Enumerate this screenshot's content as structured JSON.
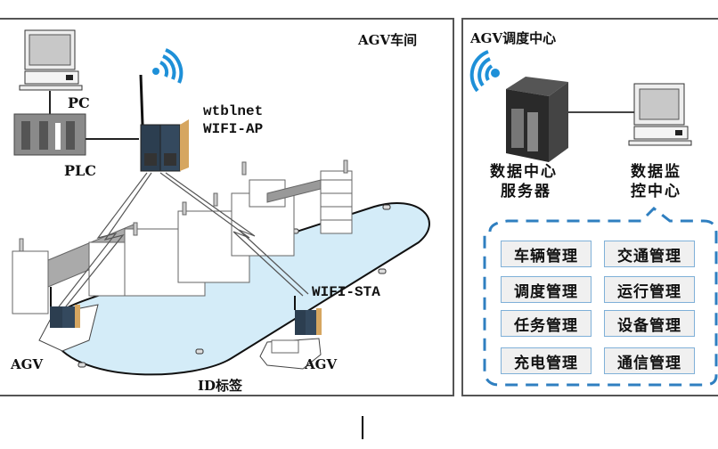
{
  "workshop": {
    "title": "AGV车间",
    "pc_label": "PC",
    "plc_label": "PLC",
    "ap_label_line1": "wtblnet",
    "ap_label_line2": "WIFI-AP",
    "sta_label": "WIFI-STA",
    "agv_left_label": "AGV",
    "agv_right_label": "AGV",
    "track_label": "ID标签"
  },
  "dispatch": {
    "title": "AGV调度中心",
    "server_label_line1": "数据中心",
    "server_label_line2": "服务器",
    "monitor_label_line1": "数据监",
    "monitor_label_line2": "控中心",
    "modules": [
      {
        "label": "车辆管理"
      },
      {
        "label": "交通管理"
      },
      {
        "label": "调度管理"
      },
      {
        "label": "运行管理"
      },
      {
        "label": "任务管理"
      },
      {
        "label": "设备管理"
      },
      {
        "label": "充电管理"
      },
      {
        "label": "通信管理"
      }
    ]
  },
  "colors": {
    "wifi_blue": "#1e90d8",
    "track_fill": "#d4ecf8",
    "callout_dash": "#2f7fc0",
    "module_border": "#7fb0d8"
  }
}
